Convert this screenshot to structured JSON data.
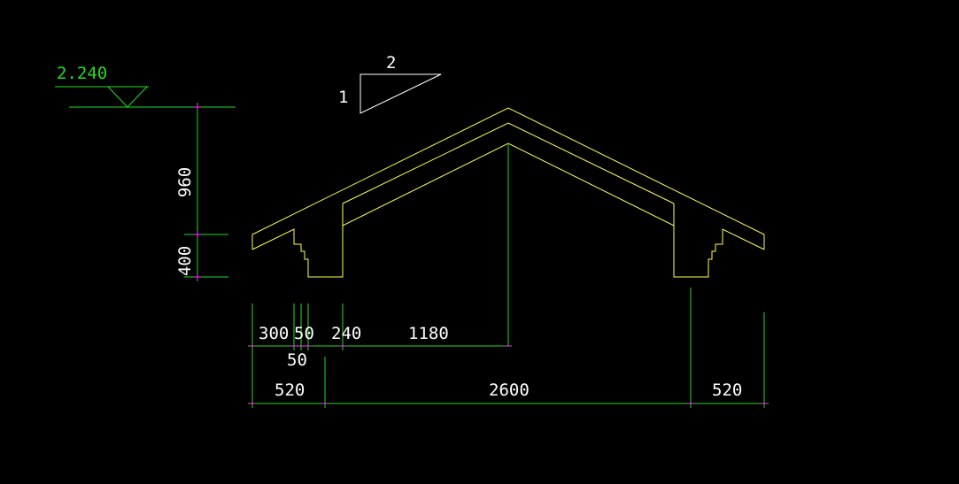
{
  "colors": {
    "background": "#000000",
    "outline": "#ffff4d",
    "dimension_line": "#22dd22",
    "tick": "#ff33ff",
    "text": "#ffffff",
    "elevation_text": "#22dd22",
    "slope_symbol": "#ffffff"
  },
  "elevation": {
    "value": "2.240"
  },
  "slope": {
    "rise": "1",
    "run": "2"
  },
  "dimensions": {
    "vertical": {
      "upper": "960",
      "lower": "400"
    },
    "row1": {
      "seg_a": "300",
      "seg_b": "50",
      "seg_c": "240",
      "seg_d": "1180",
      "seg_e": "50"
    },
    "row2": {
      "left": "520",
      "middle": "2600",
      "right": "520"
    }
  }
}
